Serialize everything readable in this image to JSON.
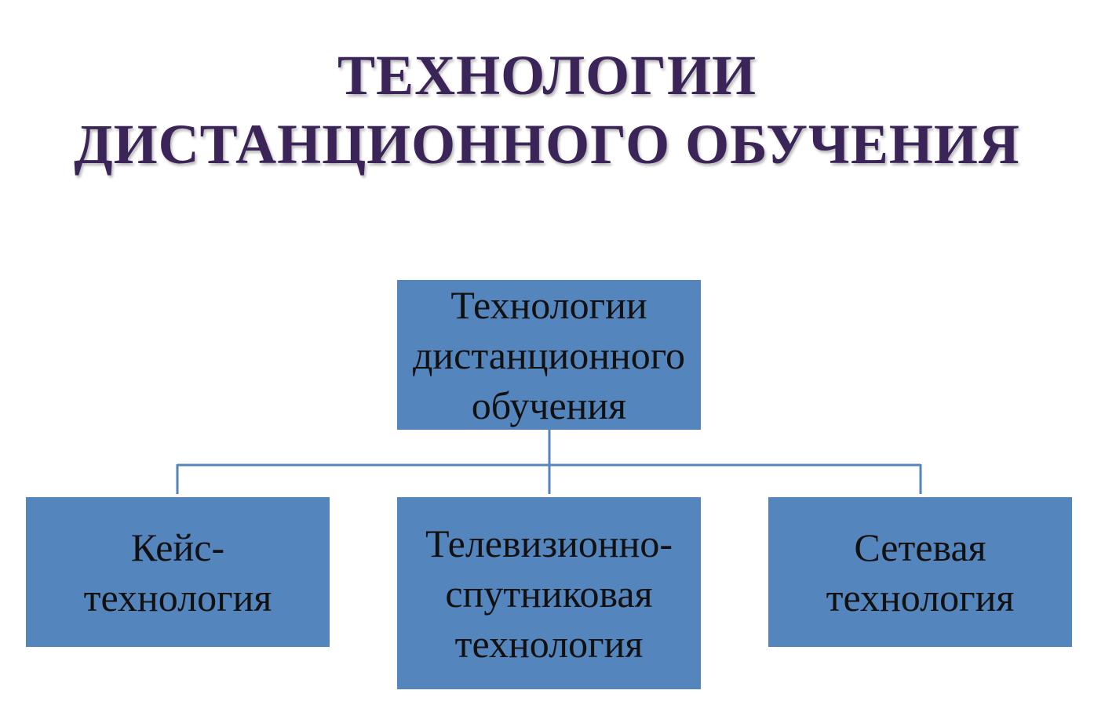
{
  "title": {
    "line1": "ТЕХНОЛОГИИ",
    "line2": "ДИСТАНЦИОННОГО ОБУЧЕНИЯ"
  },
  "root": {
    "lines": [
      "Технологии",
      "дистанционного",
      "обучения"
    ]
  },
  "children": [
    {
      "lines": [
        "Кейс-",
        "технология"
      ]
    },
    {
      "lines": [
        "Телевизионно-",
        "спутниковая",
        "технология"
      ]
    },
    {
      "lines": [
        "Сетевая",
        "технология"
      ]
    }
  ],
  "colors": {
    "title": "#3b2458",
    "box_fill": "#5585bd",
    "connector": "#5585bd"
  }
}
